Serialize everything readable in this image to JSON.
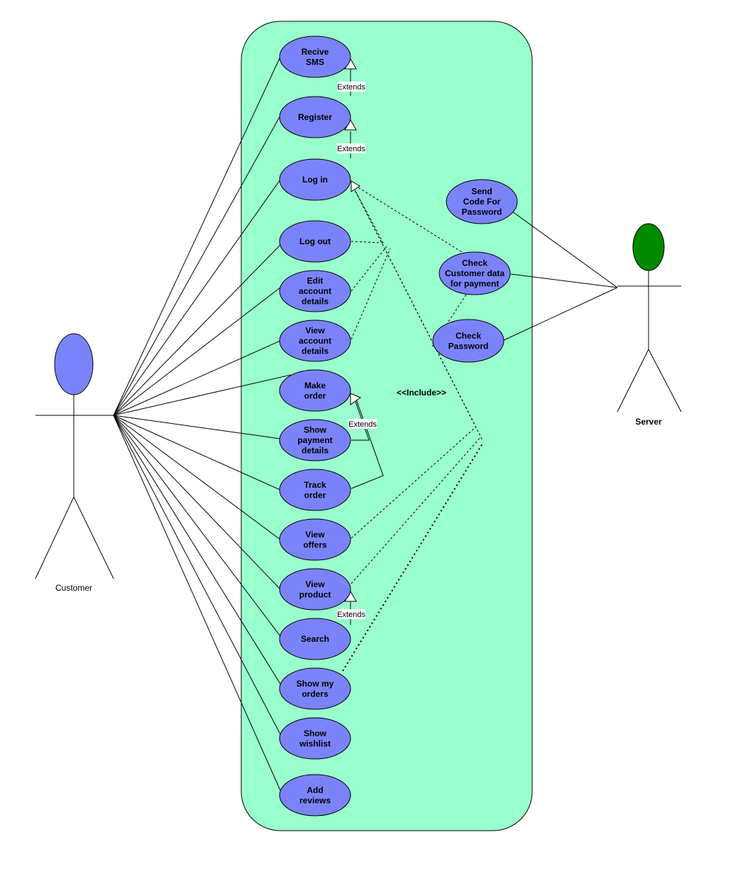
{
  "actors": {
    "customer": {
      "name": "Customer",
      "color": "#7b83fb"
    },
    "server": {
      "name": "Server",
      "color": "#008a00"
    }
  },
  "boundary": {
    "color": "#99ffcc"
  },
  "use_case_color": "#7b83fb",
  "use_cases": [
    {
      "id": "recive-sms",
      "lines": [
        "Recive",
        "SMS"
      ]
    },
    {
      "id": "register",
      "lines": [
        "Register"
      ]
    },
    {
      "id": "log-in",
      "lines": [
        "Log in"
      ]
    },
    {
      "id": "log-out",
      "lines": [
        "Log out"
      ]
    },
    {
      "id": "edit-account-details",
      "lines": [
        "Edit",
        "account",
        "details"
      ]
    },
    {
      "id": "view-account-details",
      "lines": [
        "View",
        "account",
        "details"
      ]
    },
    {
      "id": "make-order",
      "lines": [
        "Make",
        "order"
      ]
    },
    {
      "id": "show-payment-details",
      "lines": [
        "Show",
        "payment",
        "details"
      ]
    },
    {
      "id": "track-order",
      "lines": [
        "Track",
        "order"
      ]
    },
    {
      "id": "view-offers",
      "lines": [
        "View",
        "offers"
      ]
    },
    {
      "id": "view-product",
      "lines": [
        "View",
        "product"
      ]
    },
    {
      "id": "search",
      "lines": [
        "Search"
      ]
    },
    {
      "id": "show-my-orders",
      "lines": [
        "Show my",
        "orders"
      ]
    },
    {
      "id": "show-wishlist",
      "lines": [
        "Show",
        "wishlist"
      ]
    },
    {
      "id": "add-reviews",
      "lines": [
        "Add",
        "reviews"
      ]
    },
    {
      "id": "send-code-for-password",
      "lines": [
        "Send",
        "Code For",
        "Password"
      ]
    },
    {
      "id": "check-customer-data",
      "lines": [
        "Check",
        "Customer data",
        "for payment"
      ]
    },
    {
      "id": "check-password",
      "lines": [
        "Check",
        "Password"
      ]
    }
  ],
  "relation_labels": {
    "extends": "Extends",
    "include": "<<Include>>"
  }
}
